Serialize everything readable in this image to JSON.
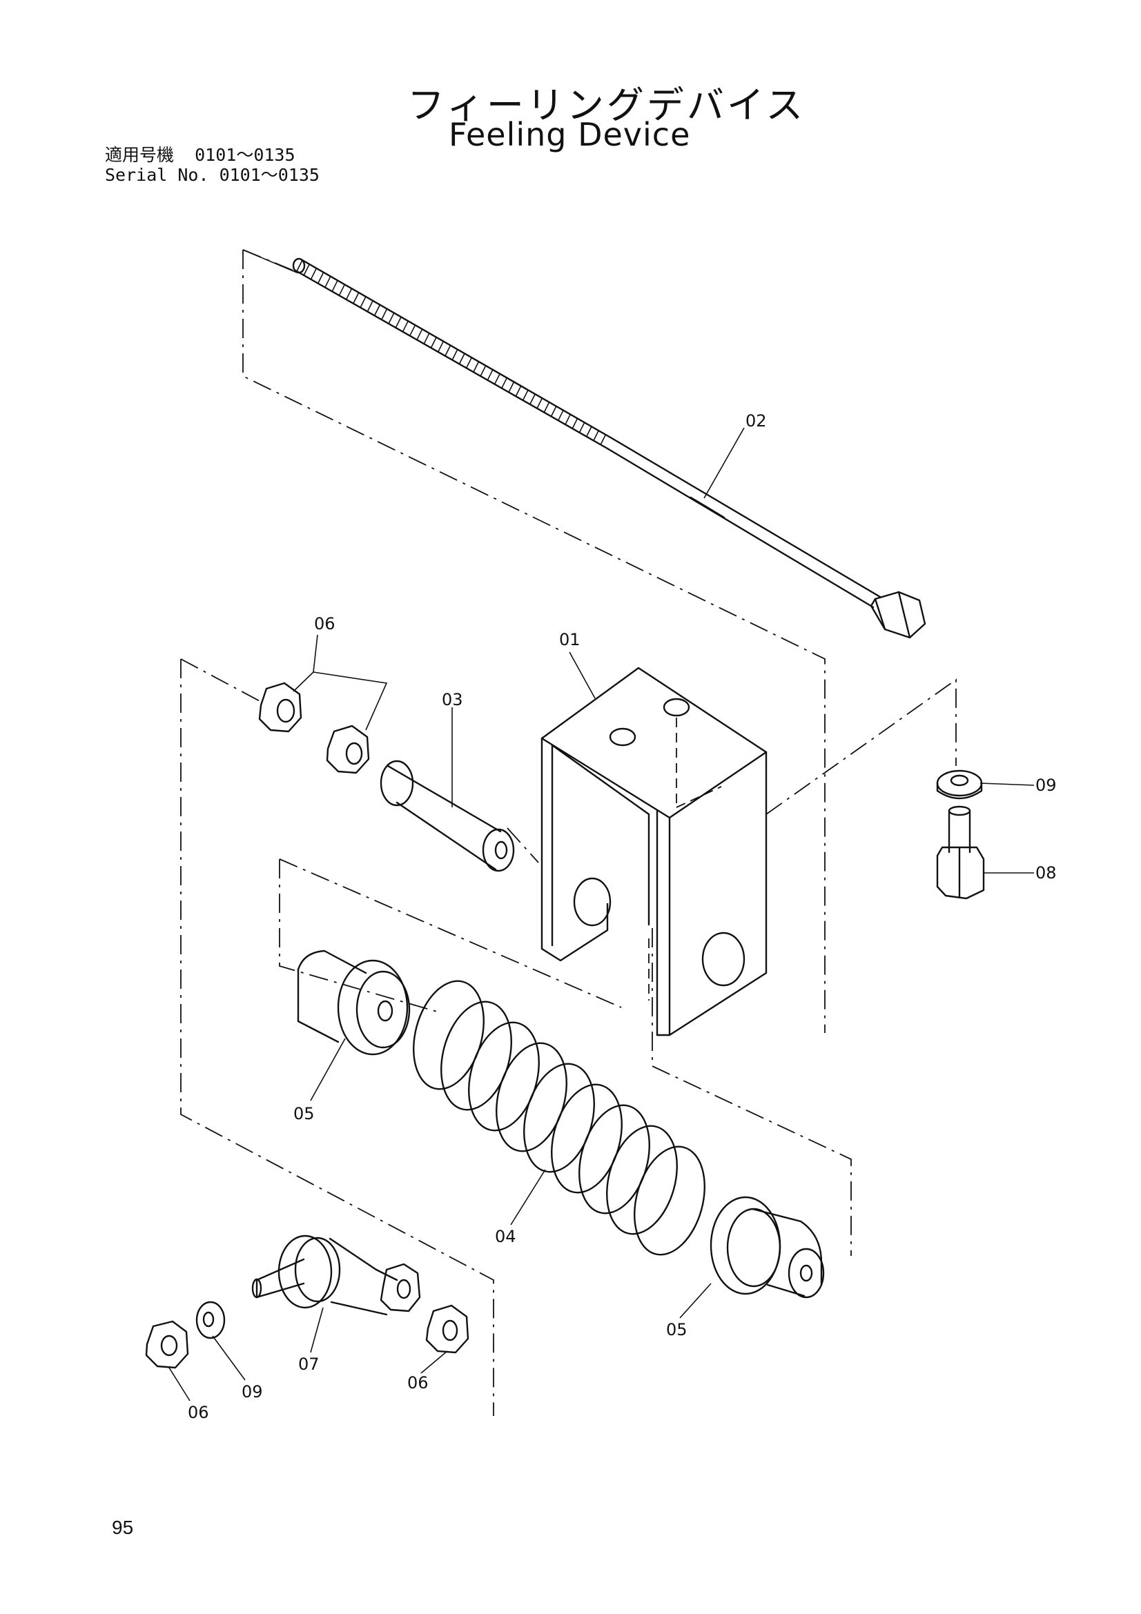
{
  "header": {
    "title_jp": "フィーリングデバイス",
    "title_en": "Feeling Device",
    "serial_label_jp": "適用号機",
    "serial_label_en": "Serial No.",
    "serial_range_jp": "0101〜0135",
    "serial_range_en": "0101〜0135"
  },
  "parts": {
    "p01": "01",
    "p02": "02",
    "p03": "03",
    "p04": "04",
    "p05a": "05",
    "p05b": "05",
    "p06a": "06",
    "p06b": "06",
    "p06c": "06",
    "p07": "07",
    "p08": "08",
    "p09a": "09",
    "p09b": "09"
  },
  "footer": {
    "page_number": "95"
  }
}
